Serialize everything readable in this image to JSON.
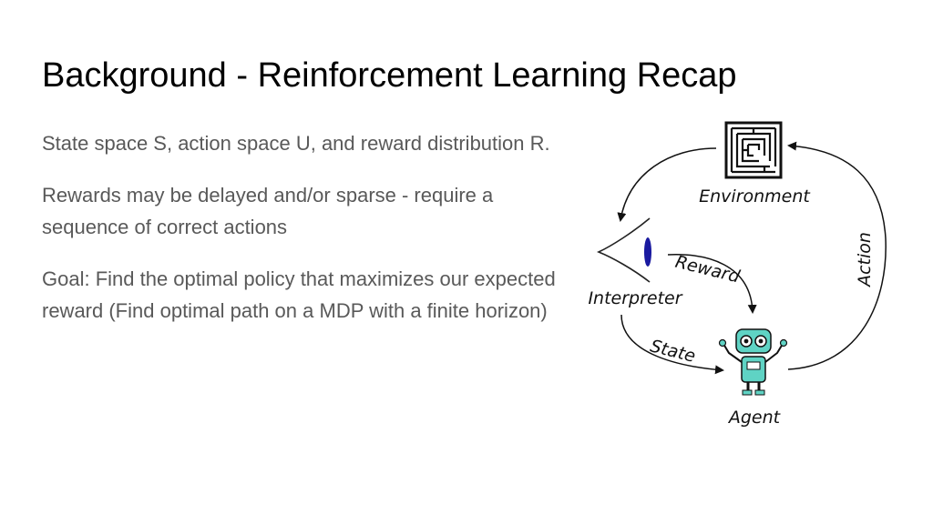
{
  "slide": {
    "title": "Background - Reinforcement Learning Recap",
    "paragraphs": [
      "State space S, action space U, and reward distribution R.",
      "Rewards may be delayed and/or sparse - require a sequence of correct actions",
      "Goal: Find the optimal policy that maximizes our expected reward (Find optimal path on a MDP with a finite horizon)"
    ]
  },
  "diagram": {
    "nodes": {
      "environment": "Environment",
      "interpreter": "Interpreter",
      "agent": "Agent"
    },
    "edges": {
      "action": "Action",
      "reward": "Reward",
      "state": "State"
    },
    "icons": [
      "maze-icon",
      "eye-icon",
      "robot-icon"
    ],
    "colors": {
      "robot": "#5fd3c4",
      "eye_pupil": "#1a1aa0",
      "text_primary": "#000000",
      "text_body": "#595959"
    }
  }
}
